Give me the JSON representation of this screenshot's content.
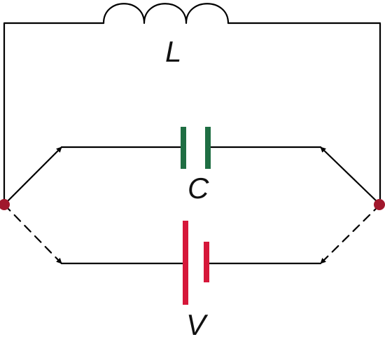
{
  "labels": {
    "inductor": "L",
    "capacitor": "C",
    "battery": "V"
  },
  "colors": {
    "wire": "#000000",
    "capacitor": "#1f6e43",
    "battery": "#d6173a",
    "node": "#a0172c"
  }
}
